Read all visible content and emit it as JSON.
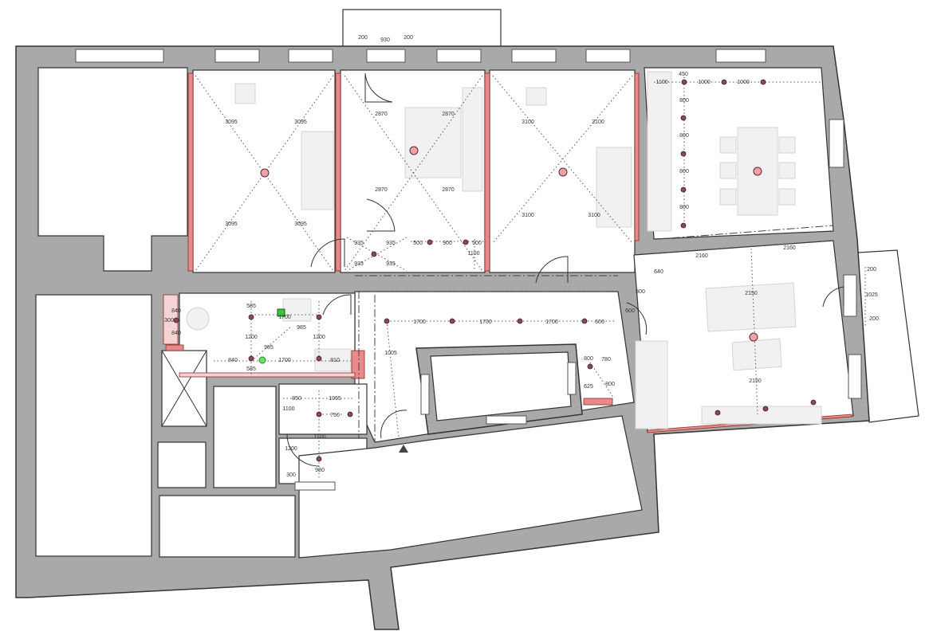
{
  "plan": {
    "colors": {
      "wall": "#a9a9a9",
      "partition": "#e98a8a",
      "light": "#8a4a55",
      "smoke_detector": "#3cc23c"
    },
    "top_dims": [
      "200",
      "930",
      "200"
    ],
    "kitchen_dims": [
      "1100",
      "1000",
      "1000",
      "450",
      "800",
      "800",
      "800",
      "800"
    ],
    "bedroom_dims": [
      "3095",
      "3095",
      "3095",
      "3095",
      "2870",
      "2870",
      "2870",
      "2870",
      "3100",
      "3100",
      "3100",
      "3100"
    ],
    "corridor_dims": [
      "935",
      "935",
      "935",
      "935",
      "500",
      "900",
      "500",
      "1100"
    ],
    "hall_dims": [
      "1700",
      "1700",
      "1700",
      "600",
      "1005"
    ],
    "bath_dims": [
      "585",
      "1700",
      "1200",
      "1200",
      "985",
      "985",
      "840",
      "1700",
      "810",
      "585",
      "840",
      "840",
      "300"
    ],
    "lower_dims": [
      "850",
      "1065",
      "1100",
      "750",
      "1100",
      "1200",
      "980",
      "300"
    ],
    "living_dims": [
      "2160",
      "2160",
      "2150",
      "2150",
      "600",
      "640",
      "800",
      "200",
      "1025",
      "200"
    ],
    "island_dims": [
      "800",
      "780",
      "800",
      "625"
    ]
  }
}
